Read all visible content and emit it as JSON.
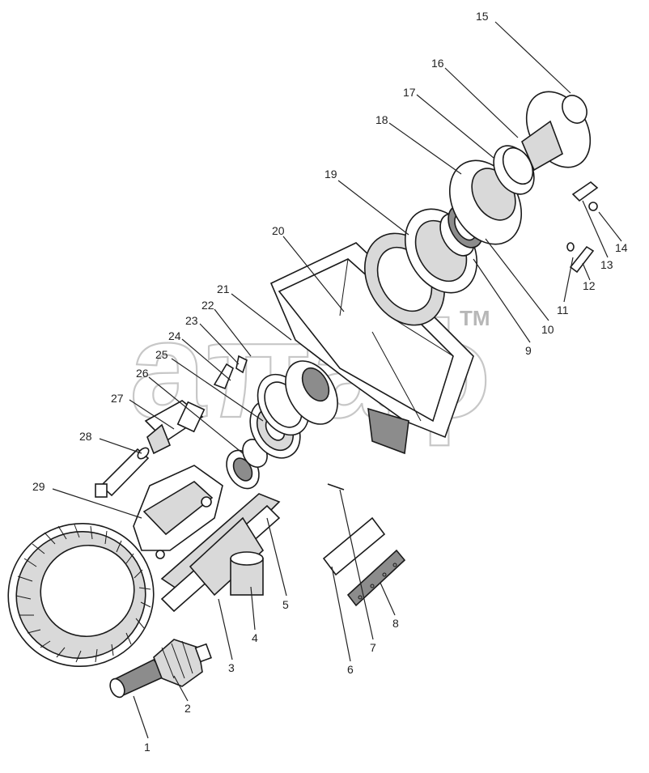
{
  "watermark": {
    "text": "aπaɸ",
    "trademark": "TM"
  },
  "callouts": [
    "1",
    "2",
    "3",
    "4",
    "5",
    "6",
    "7",
    "8",
    "9",
    "10",
    "11",
    "12",
    "13",
    "14",
    "15",
    "16",
    "17",
    "18",
    "19",
    "20",
    "21",
    "22",
    "23",
    "24",
    "25",
    "26",
    "27",
    "28",
    "29"
  ]
}
